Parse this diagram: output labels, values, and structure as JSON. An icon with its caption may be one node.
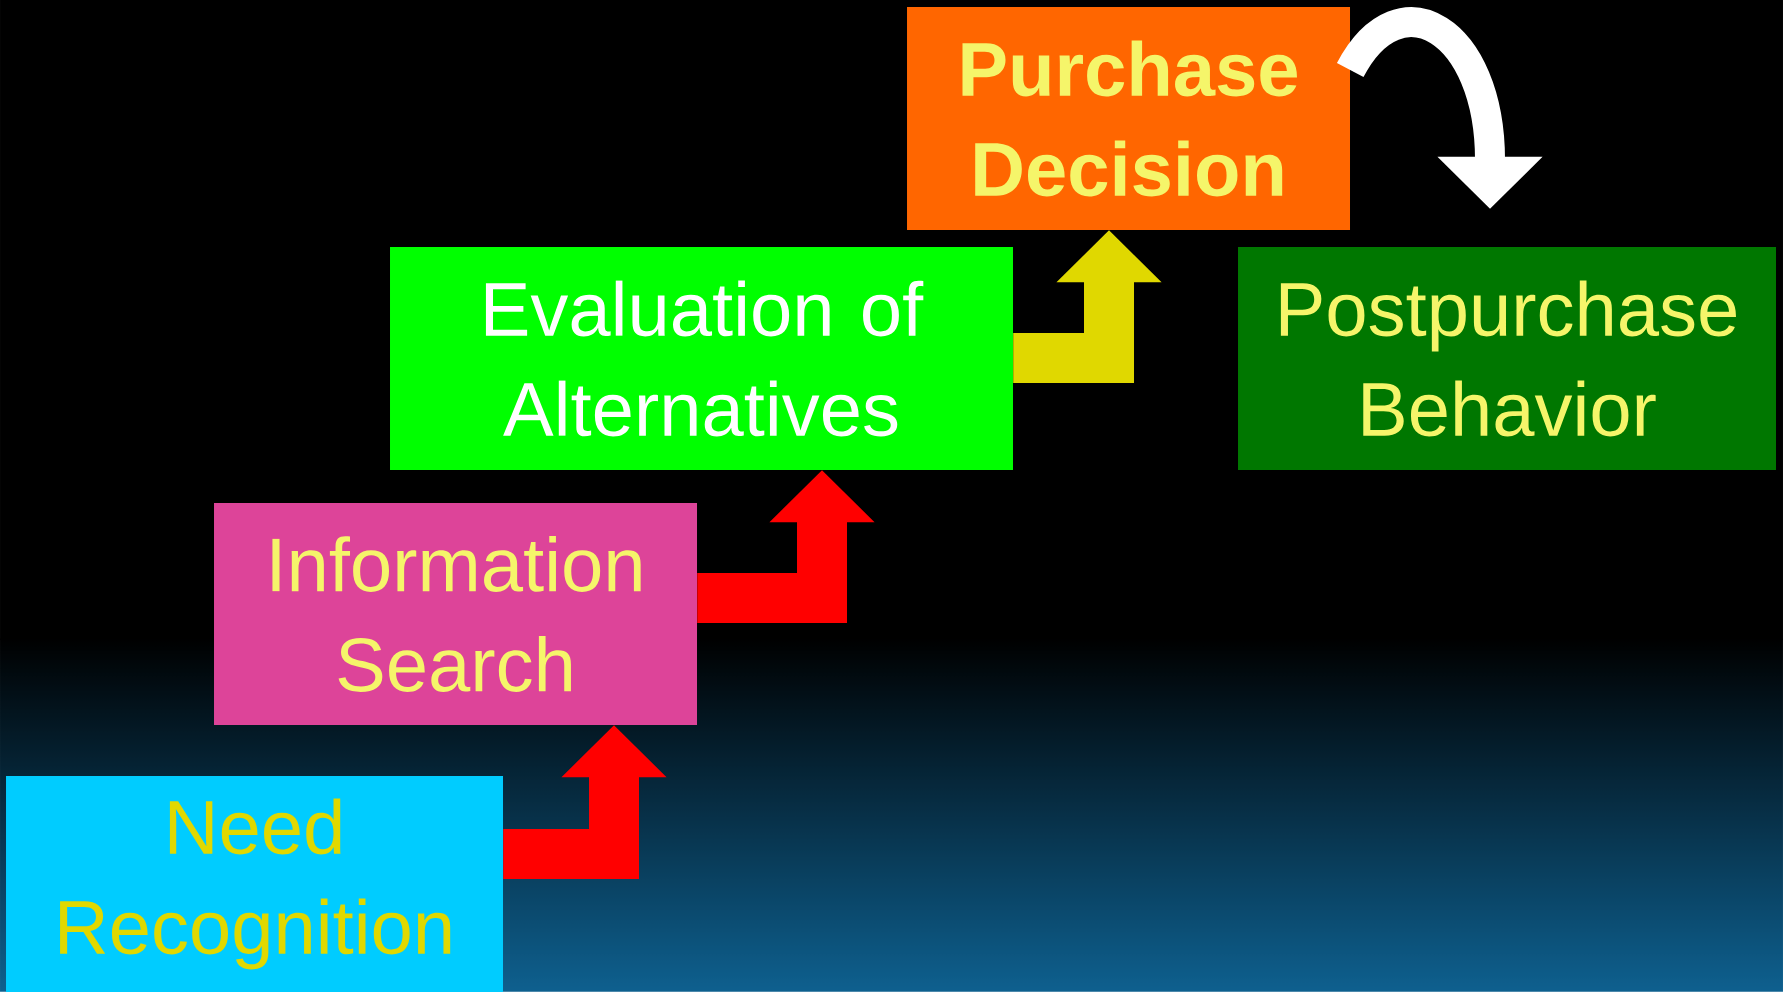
{
  "diagram": {
    "nodes": [
      {
        "text": [
          "Need Recognition"
        ]
      },
      {
        "text": [
          "Information Search"
        ]
      },
      {
        "text": [
          "Evaluation of Alternatives"
        ]
      },
      {
        "text": [
          "Purchase Decision"
        ]
      },
      {
        "text": [
          "Postpurchase Behavior"
        ]
      }
    ],
    "edges": [
      {
        "from": 0,
        "to": 1,
        "arrow": "to"
      },
      {
        "from": 1,
        "to": 2,
        "arrow": "to"
      },
      {
        "from": 2,
        "to": 3,
        "arrow": "to",
        "color": "#e0d800"
      },
      {
        "from": 3,
        "to": 4,
        "arrow": "to",
        "color": "#ffffff"
      }
    ]
  }
}
